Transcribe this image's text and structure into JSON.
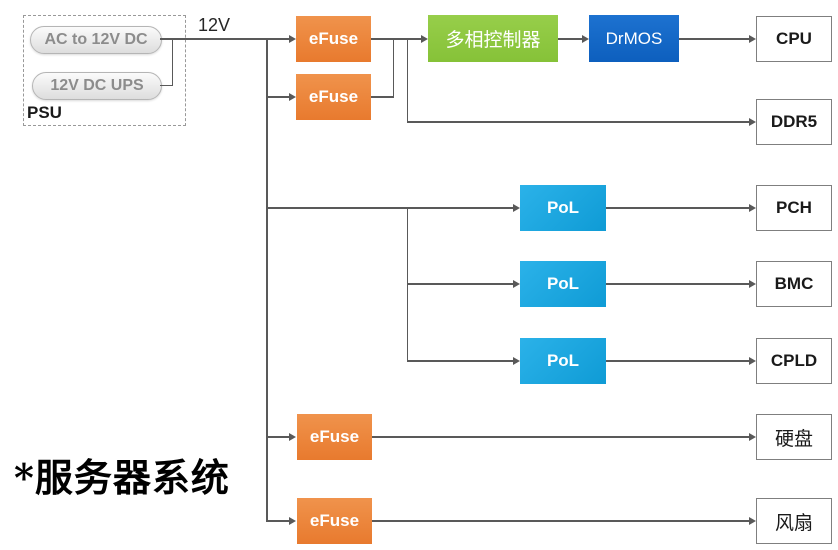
{
  "diagram": {
    "psu": {
      "label": "PSU",
      "sources": [
        {
          "label": "AC to 12V DC"
        },
        {
          "label": "12V DC UPS"
        }
      ]
    },
    "bus_label": "12V",
    "nodes": {
      "efuse": "eFuse",
      "controller": "多相控制器",
      "drmos": "DrMOS",
      "pol": "PoL"
    },
    "loads": {
      "cpu": "CPU",
      "ddr5": "DDR5",
      "pch": "PCH",
      "bmc": "BMC",
      "cpld": "CPLD",
      "disk": "硬盘",
      "fan": "风扇"
    },
    "caption": "*服务器系统",
    "colors": {
      "efuse": "#ED7D31",
      "controller": "#8DC63F",
      "drmos": "#1168C6",
      "pol": "#1CA9E0",
      "line": "#595959",
      "load_border": "#7F7F7F"
    }
  }
}
